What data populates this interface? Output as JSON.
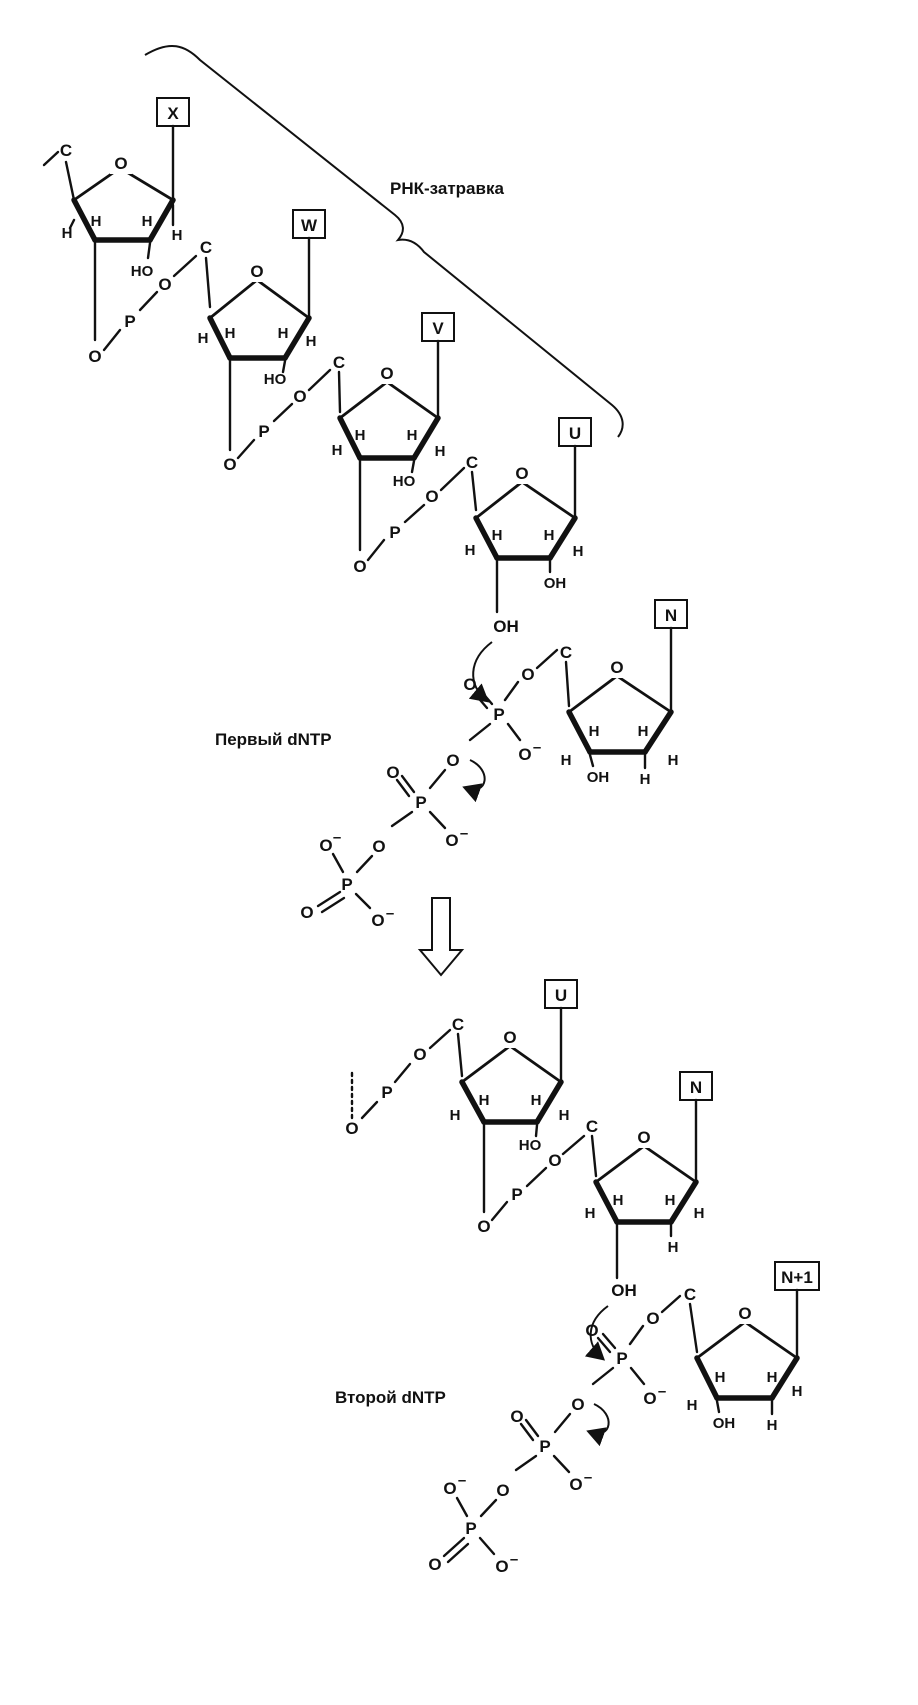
{
  "labels": {
    "rna_primer": "РНК-затравка",
    "first_dntp": "Первый dNTP",
    "second_dntp": "Второй dNTP"
  },
  "bases": [
    "X",
    "W",
    "V",
    "U",
    "N",
    "U",
    "N",
    "N+1"
  ],
  "atoms": {
    "carbon": "C",
    "oxygen": "O",
    "hydrogen": "H",
    "phosphorus": "P",
    "hydroxyl": "OH",
    "hydroxyl_left": "HO",
    "oxide_anion": "O",
    "minus": "–"
  }
}
